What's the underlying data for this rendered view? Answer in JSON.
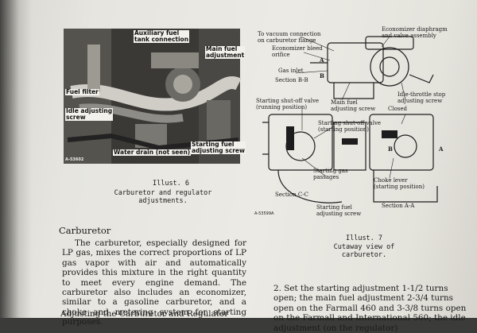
{
  "illust6": {
    "callouts": {
      "aux_fuel": "Auxiliary fuel\ntank connection",
      "main_fuel": "Main fuel\nadjustment",
      "fuel_filter": "Fuel filter",
      "idle_screw": "Idle adjusting\nscrew",
      "water_drain": "Water drain (not seen)",
      "starting_fuel": "Starting fuel\nadjusting screw"
    },
    "photo_id": "A-53602",
    "caption_num": "Illust. 6",
    "caption_text": "Carburetor and regulator\nadjustments."
  },
  "illust7": {
    "labels": {
      "to_vacuum": "To vacuum connection\non carburetor flange",
      "econ_diaphragm": "Economizer diaphragm\nand valve assembly",
      "econ_bleed": "Economizer bleed\norifice",
      "gas_inlet": "Gas inlet",
      "section_bb": "Section B-B",
      "main_fuel_screw": "Main fuel\nadjusting screw",
      "idle_stop": "Idle-throttle stop\nadjusting screw",
      "shutoff_running": "Starting shut-off valve\n(running position)",
      "closed": "Closed",
      "shutoff_starting": "Starting shut-off valve\n(starting position)",
      "starting_gas": "Starting gas\npassages",
      "choke_lever": "Choke lever\n(starting position)",
      "section_cc": "Section C-C",
      "section_aa": "Section A-A",
      "starting_fuel_screw": "Starting fuel\nadjusting screw",
      "letter_a1": "A",
      "letter_b1": "B",
      "letter_a2": "A",
      "letter_b2": "B"
    },
    "diagram_id": "A-53599A",
    "caption_num": "Illust. 7",
    "caption_text": "Cutaway view of\ncarburetor."
  },
  "carburetor": {
    "heading": "Carburetor",
    "paragraph": "The carburetor, especially designed for LP gas, mixes the correct proportions of LP gas vapor with air and automatically provides this mixture in the right quantity to meet every engine demand. The carburetor also includes an economizer, similar to a gasoline carburetor, and a choke and metering system for starting purposes.",
    "subheading": "Adjusting the Carburetor and Regulator"
  },
  "step2": {
    "text": "2.  Set the starting adjustment 1-1/2 turns open; the main fuel adjustment 2-3/4 turns open on the Farmall 460 and 3-3/8 turns open on the Farmall and International 560; the idle adjustment (on the regulator)"
  }
}
